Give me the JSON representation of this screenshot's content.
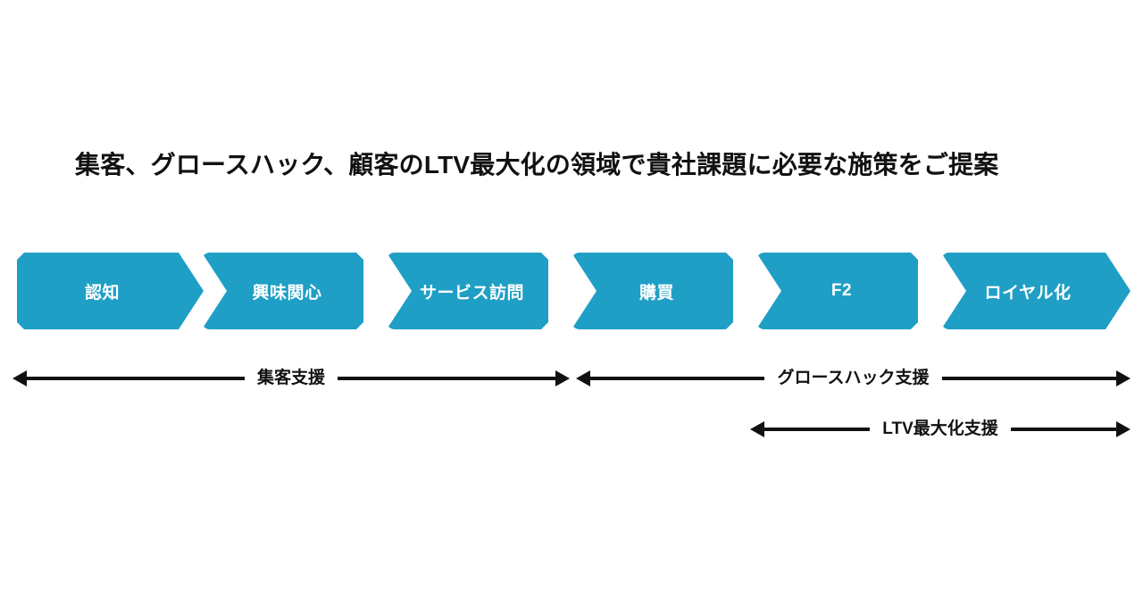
{
  "slide": {
    "background_color": "#ffffff",
    "accent_color": "#1F9FC5",
    "text_color": "#111111",
    "title": "集客、グロースハック、顧客のLTV最大化の領域で貴社課題に必要な施策をご提案"
  },
  "funnel": {
    "name": "customer-journey-funnel",
    "stages": [
      {
        "label": "認知"
      },
      {
        "label": "興味関心"
      },
      {
        "label": "サービス訪問"
      },
      {
        "label": "購買"
      },
      {
        "label": "F2"
      },
      {
        "label": "ロイヤル化"
      }
    ]
  },
  "support_ranges": [
    {
      "label": "集客支援"
    },
    {
      "label": "グロースハック支援"
    },
    {
      "label": "LTV最大化支援"
    }
  ]
}
